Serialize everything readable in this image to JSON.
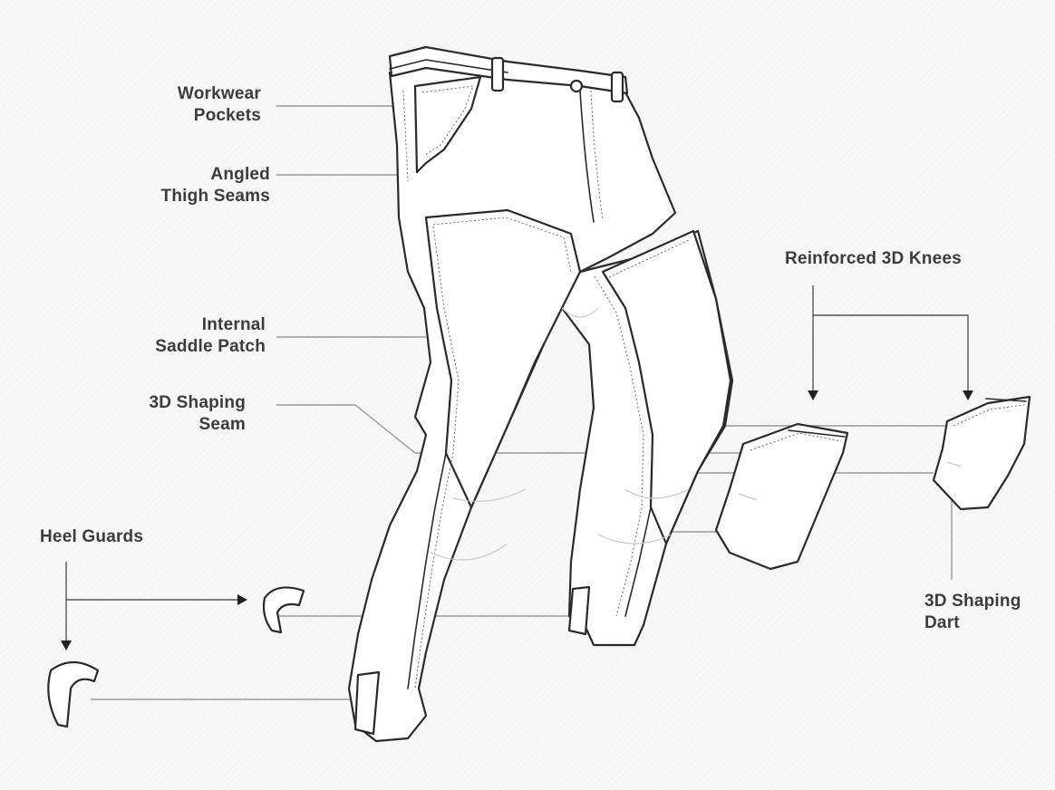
{
  "labels": {
    "workwear_pockets": [
      "Workwear",
      "Pockets"
    ],
    "angled_thigh_seams": [
      "Angled",
      "Thigh Seams"
    ],
    "internal_saddle_patch": [
      "Internal",
      "Saddle Patch"
    ],
    "shaping_seam": [
      "3D Shaping",
      "Seam"
    ],
    "heel_guards": "Heel Guards",
    "reinforced_knees": "Reinforced 3D Knees",
    "shaping_dart": [
      "3D Shaping",
      "Dart"
    ]
  },
  "colors": {
    "background": "#f7f7f7",
    "outline": "#2a2a2a",
    "leader_line": "#9a9a9a",
    "label_text": "#3c3c3c"
  }
}
